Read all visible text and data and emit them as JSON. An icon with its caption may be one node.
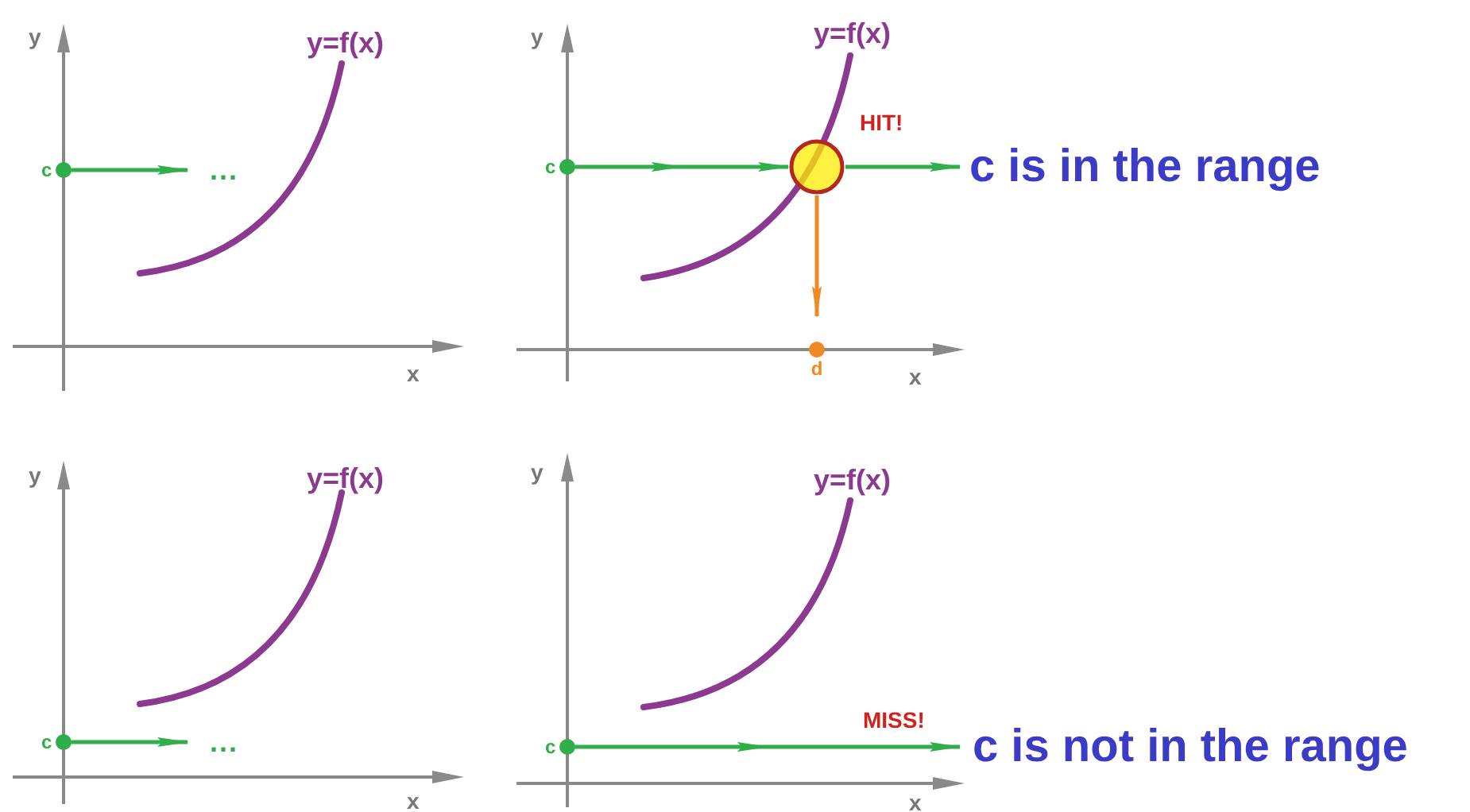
{
  "diagram": {
    "nodes": [
      {
        "text": [
          "c"
        ]
      },
      {
        "text": [
          "..."
        ]
      },
      {
        "text": [
          "c"
        ]
      },
      {
        "text": [],
        "shape": "circle"
      },
      {
        "text": [
          "c is in the range"
        ]
      },
      {
        "text": [
          "d"
        ]
      },
      {
        "text": [
          "c"
        ]
      },
      {
        "text": [
          "..."
        ]
      },
      {
        "text": [
          "c"
        ]
      },
      {
        "text": [
          "c is not in the range"
        ]
      }
    ],
    "edges": [
      {
        "from": 0,
        "to": 1,
        "arrow": "to"
      },
      {
        "from": 2,
        "to": 3,
        "arrow": "to"
      },
      {
        "from": 3,
        "to": 4,
        "arrow": "to"
      },
      {
        "from": 3,
        "to": 5,
        "arrow": "to",
        "color": "#f08a24"
      },
      {
        "from": 6,
        "to": 7,
        "arrow": "to"
      },
      {
        "from": 8,
        "to": 9,
        "arrow": "to"
      }
    ],
    "labels": [
      "y",
      "y=f(x)",
      "x",
      "y",
      "y=f(x)",
      "HIT!",
      "x",
      "y",
      "y=f(x)",
      "x",
      "y",
      "y=f(x)",
      "MISS!",
      "x"
    ]
  }
}
